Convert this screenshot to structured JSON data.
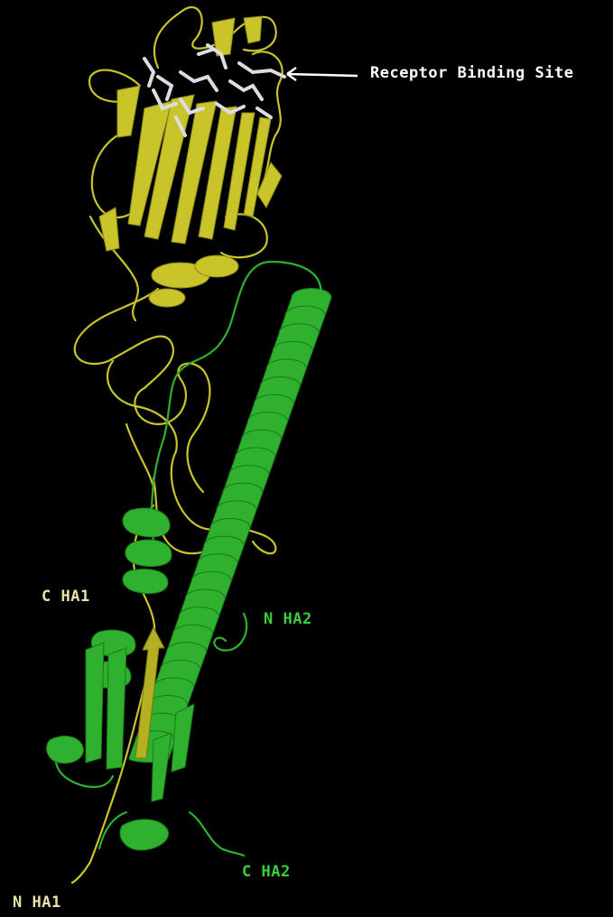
{
  "colors": {
    "background": "#000000",
    "ha1_chain": "#c8c42a",
    "ha2_chain": "#2fb12f",
    "binding_site_residues": "#dcdce4",
    "pointer": "#ffffff"
  },
  "labels": {
    "receptor_binding_site": "Receptor Binding Site",
    "c_ha1": "C HA1",
    "n_ha2": "N HA2",
    "c_ha2": "C HA2",
    "n_ha1": "N HA1"
  },
  "label_colors": {
    "c_ha1": "#e8e2a8",
    "n_ha2": "#39d03a",
    "c_ha2": "#39d03a",
    "n_ha1": "#e8e2a8"
  }
}
